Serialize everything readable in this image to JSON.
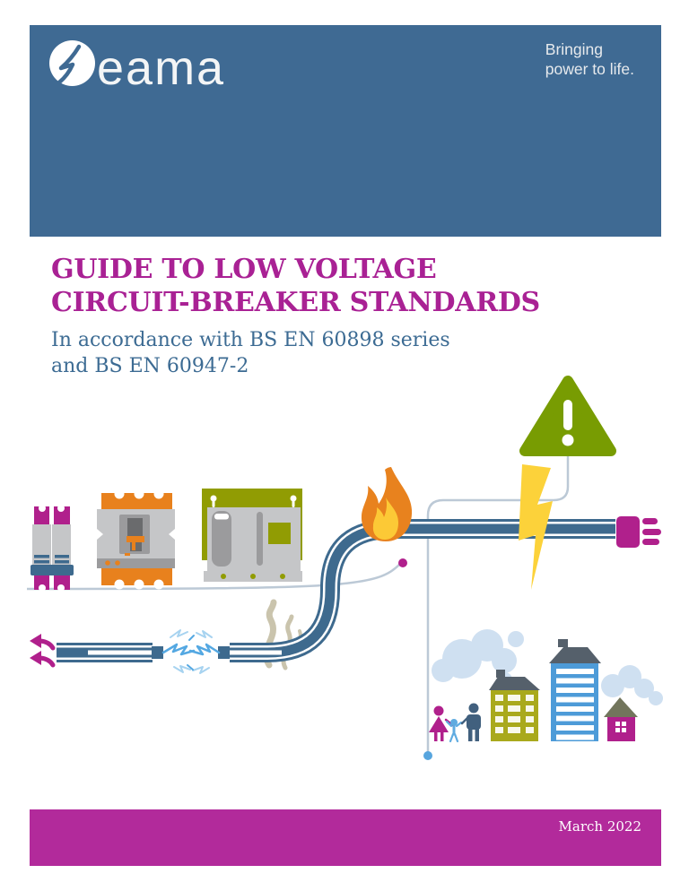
{
  "document": {
    "type": "guide-cover",
    "organization": "BEAMA"
  },
  "header": {
    "background": "#3f6a93",
    "logo_text": "eama",
    "logo_alt": "beama",
    "tagline_line1": "Bringing",
    "tagline_line2": "power to life."
  },
  "title": {
    "line1": "GUIDE TO LOW VOLTAGE",
    "line2": "CIRCUIT-BREAKER STANDARDS",
    "color": "#a92194"
  },
  "subtitle": {
    "line1": "In accordance with BS EN 60898 series",
    "line2": "and BS EN 60947-2",
    "color": "#3c6b93"
  },
  "footer": {
    "background": "#b22a9b",
    "date": "March 2022"
  },
  "illustration": {
    "icons": [
      "mcb-circuit-breaker-icon",
      "mccb-circuit-breaker-icon",
      "acb-circuit-breaker-icon",
      "flame-icon",
      "smoke-icon",
      "warning-triangle-icon",
      "lightning-bolt-icon",
      "plug-icon",
      "damaged-cable-arc-icon",
      "escape-arrows-icon",
      "cloud-icon",
      "family-icon",
      "apartment-building-icon",
      "office-building-icon",
      "house-icon",
      "magenta-callout-dot",
      "blue-callout-dot"
    ],
    "palette": {
      "steel_blue": "#3e6a8e",
      "magenta": "#b0208c",
      "olive_green": "#789c02",
      "device_olive": "#919c03",
      "building_olive": "#a9a91c",
      "orange": "#e8811d",
      "lightning_yellow": "#fcd23a",
      "flame_yellow": "#fcc936",
      "callout_line_grey": "#bcc9d6",
      "device_grey": "#c5c6c8",
      "mid_grey": "#9b9b9d",
      "dark_grey": "#6a6b6d",
      "roof_slate": "#55606b",
      "cloud_blue": "#cfe0f1",
      "spark_blue": "#54a8e2",
      "smoke_beige": "#cac4ad",
      "building_blue": "#4d9bd8",
      "person_blue": "#41607e",
      "child_blue": "#5fabe0"
    }
  }
}
